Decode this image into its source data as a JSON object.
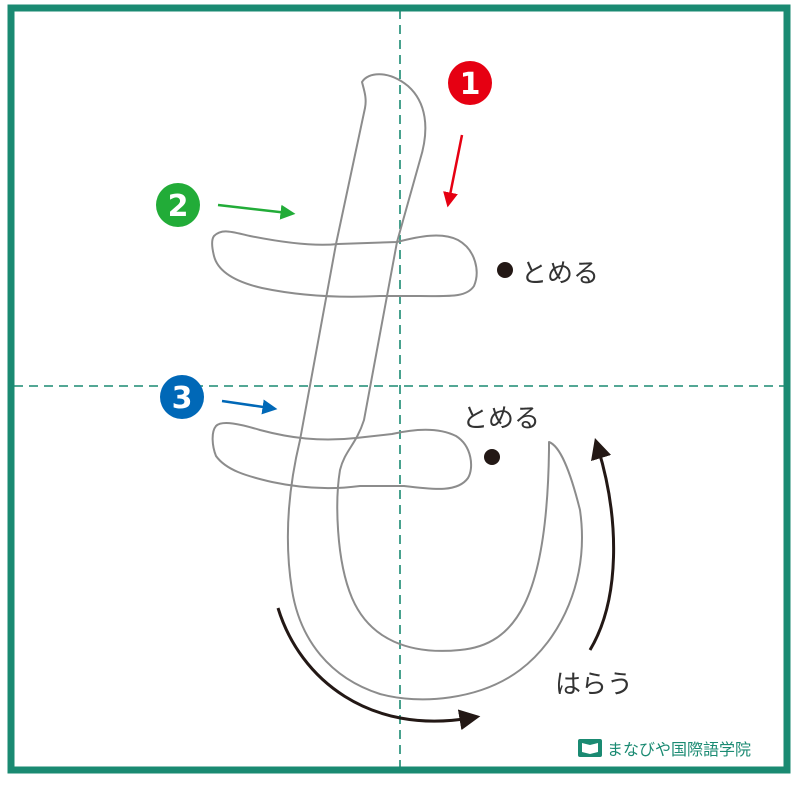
{
  "stroke_numbers": [
    {
      "label": "1",
      "color": "#e60012"
    },
    {
      "label": "2",
      "color": "#22ac38"
    },
    {
      "label": "3",
      "color": "#0068b7"
    }
  ],
  "labels": {
    "tomeru_1": "とめる",
    "tomeru_2": "とめる",
    "harau": "はらう"
  },
  "brand": {
    "name": "まなびや国際語学院",
    "color": "#1a8a72",
    "icon": "open-book-icon"
  },
  "colors": {
    "frame": "#1a8a72",
    "guide": "#1a8a72",
    "outline": "#8c8c8c",
    "arrow": "#231815"
  }
}
